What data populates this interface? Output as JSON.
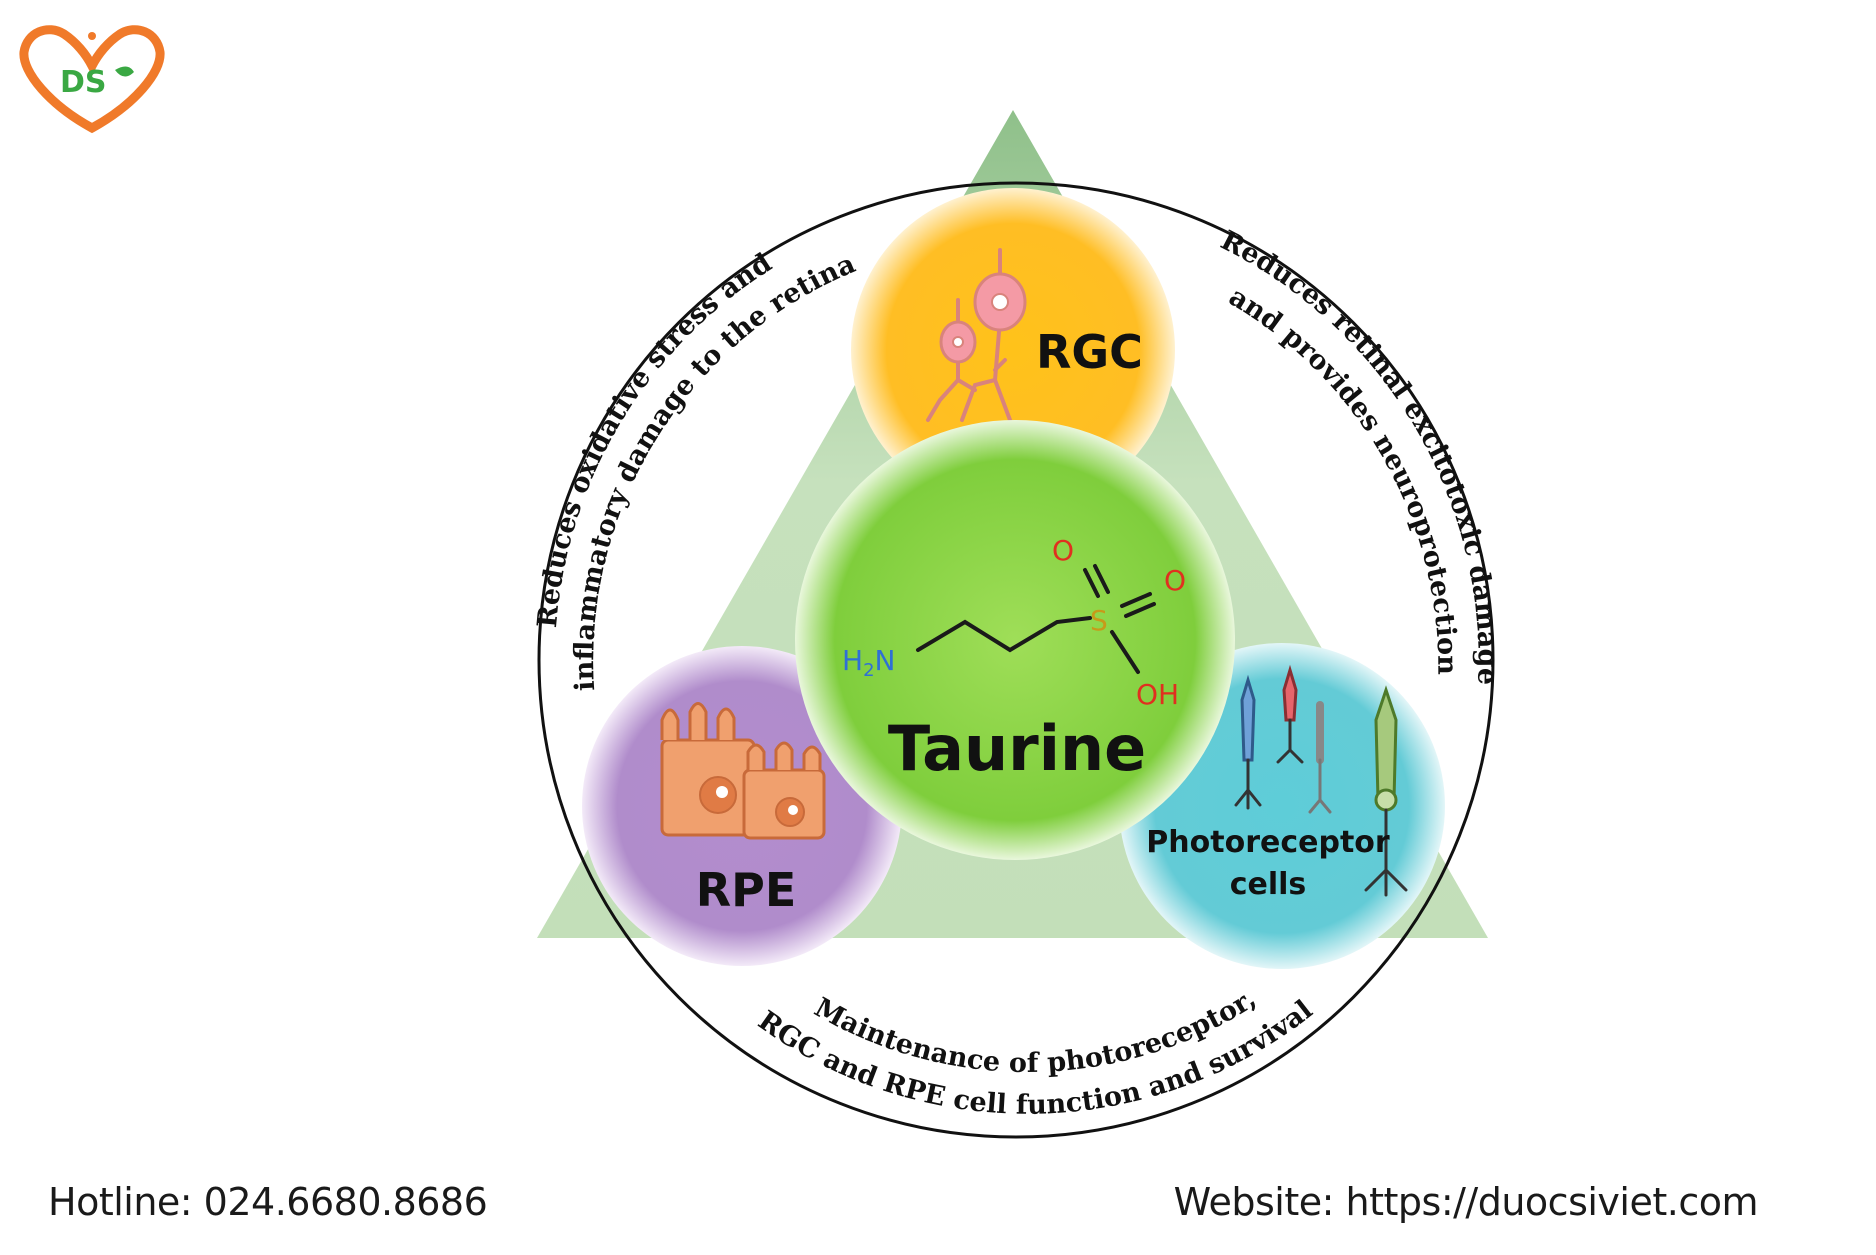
{
  "logo": {
    "text": "DS",
    "colors": {
      "heart": "#f07a2a",
      "text": "#3aa843"
    }
  },
  "diagram": {
    "center": {
      "label": "Taurine",
      "molecule": {
        "amine": "H",
        "amine_sub": "2",
        "amine_n": "N",
        "sulfur": "S",
        "oxygen_top": "O",
        "oxygen_right": "O",
        "hydroxyl": "OH"
      },
      "color": "#8fd24a"
    },
    "nodes": [
      {
        "id": "rgc",
        "label": "RGC",
        "color": "#ffc01f"
      },
      {
        "id": "rpe",
        "label": "RPE",
        "color": "#b48fce"
      },
      {
        "id": "photoreceptor",
        "label_line1": "Photoreceptor",
        "label_line2": "cells",
        "color": "#5ccbd6"
      }
    ],
    "arc_texts": {
      "left_outer": "Reduces oxidative stress and",
      "left_inner": "inflammatory damage to the retina",
      "right_outer": "Reduces retinal excitotoxic damage",
      "right_inner": "and provides neuroprotection",
      "bottom_upper": "Maintenance of photoreceptor,",
      "bottom_lower": "RGC and RPE cell function and survival"
    },
    "triangle_color": "#a7cf9c"
  },
  "footer": {
    "hotline": "Hotline: 024.6680.8686",
    "website": "Website: https://duocsiviet.com"
  }
}
